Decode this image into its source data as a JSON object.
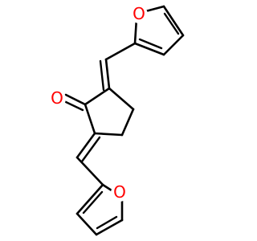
{
  "molecule": {
    "atoms": {
      "furan_top_oxygen": "O",
      "carbonyl_oxygen": "O",
      "furan_bottom_oxygen": "O"
    },
    "colors": {
      "bond": "#000000",
      "oxygen": "#ff0000",
      "background": "#ffffff"
    }
  }
}
